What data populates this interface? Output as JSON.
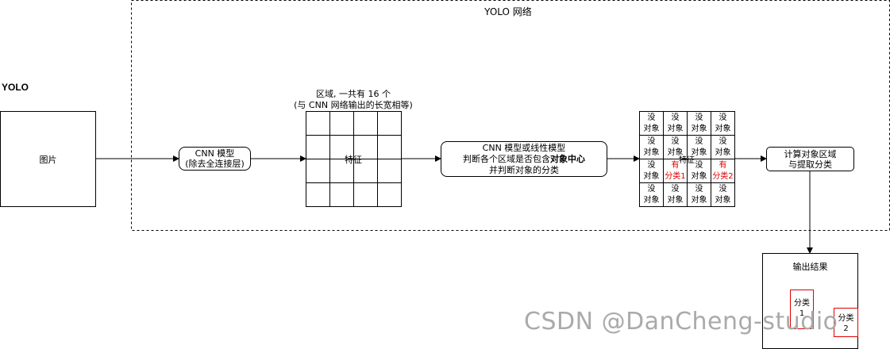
{
  "diagram": {
    "title": "YOLO",
    "frame_label": "YOLO 网络",
    "image_label": "图片",
    "cnn_line1": "CNN 模型",
    "cnn_line2": "(除去全连接层)",
    "regions_line1": "区域, 一共有 16 个",
    "regions_line2": "(与 CNN 网络输出的长宽相等)",
    "feature_label": "特征",
    "model_line1": "CNN 模型或线性模型",
    "model_line2_pre": "判断各个区域是否包含",
    "model_line2_bold": "对象中心",
    "model_line3": "并判断对象的分类",
    "grid_cells": [
      {
        "l1": "没",
        "l2": "对象",
        "highlight": false
      },
      {
        "l1": "没",
        "l2": "对象",
        "highlight": false
      },
      {
        "l1": "没",
        "l2": "对象",
        "highlight": false
      },
      {
        "l1": "没",
        "l2": "对象",
        "highlight": false
      },
      {
        "l1": "没",
        "l2": "对象",
        "highlight": false
      },
      {
        "l1": "没",
        "l2": "对象",
        "highlight": false
      },
      {
        "l1": "没",
        "l2": "对象",
        "highlight": false
      },
      {
        "l1": "没",
        "l2": "对象",
        "highlight": false
      },
      {
        "l1": "没",
        "l2": "对象",
        "highlight": false
      },
      {
        "l1": "有",
        "l2": "分类1",
        "highlight": true
      },
      {
        "l1": "没",
        "l2": "对象",
        "highlight": false
      },
      {
        "l1": "有",
        "l2": "分类2",
        "highlight": true
      },
      {
        "l1": "没",
        "l2": "对象",
        "highlight": false
      },
      {
        "l1": "没",
        "l2": "对象",
        "highlight": false
      },
      {
        "l1": "没",
        "l2": "对象",
        "highlight": false
      },
      {
        "l1": "没",
        "l2": "对象",
        "highlight": false
      }
    ],
    "grid_overlay_label": "特征",
    "compute_line1": "计算对象区域",
    "compute_line2": "与提取分类",
    "output_label": "输出结果",
    "output_box1": "分类\n1",
    "output_box2": "分类\n2",
    "highlight_color": "#e00000"
  },
  "watermark": "CSDN @DanCheng-studio"
}
